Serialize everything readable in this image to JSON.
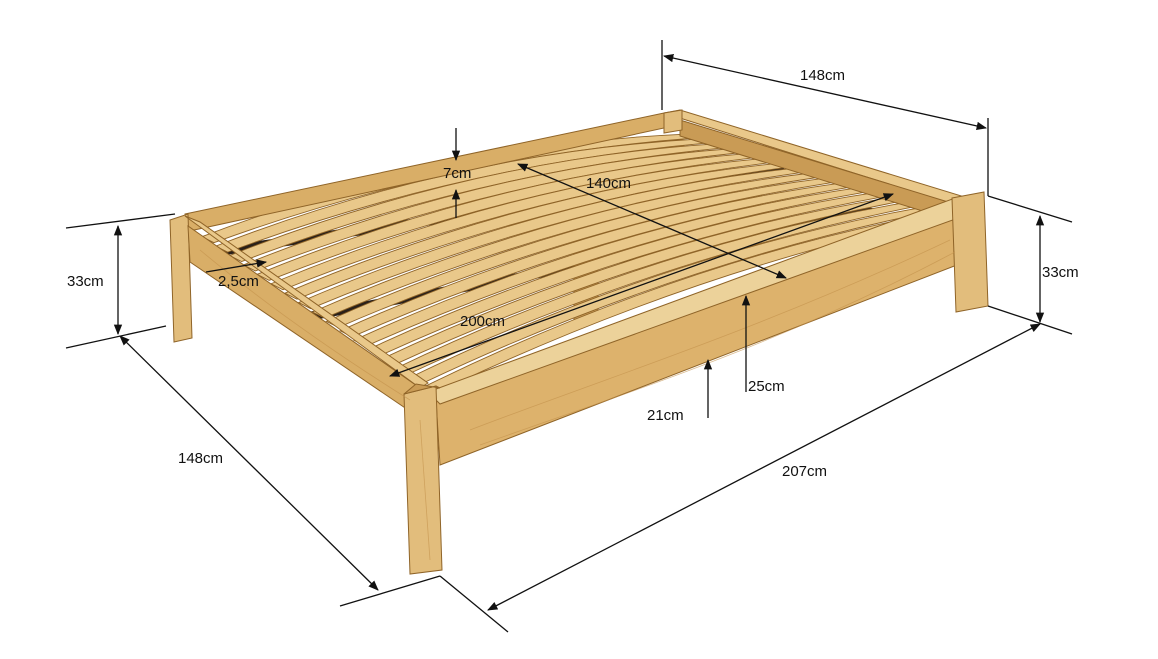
{
  "colors": {
    "wood_light": "#e9c88a",
    "wood_mid": "#d9ae67",
    "wood_dark": "#b88a45",
    "wood_edge": "#8f6428",
    "slot_dark": "#2a2018",
    "dimension_line": "#111111",
    "background": "#ffffff"
  },
  "labels": {
    "back_width": "148cm",
    "front_width": "148cm",
    "slat_thickness": "7cm",
    "inner_width": "140cm",
    "left_height": "33cm",
    "right_height": "33cm",
    "slat_gap": "2,5cm",
    "inner_length": "200cm",
    "side_rail_height": "25cm",
    "clearance": "21cm",
    "total_length": "207cm"
  }
}
